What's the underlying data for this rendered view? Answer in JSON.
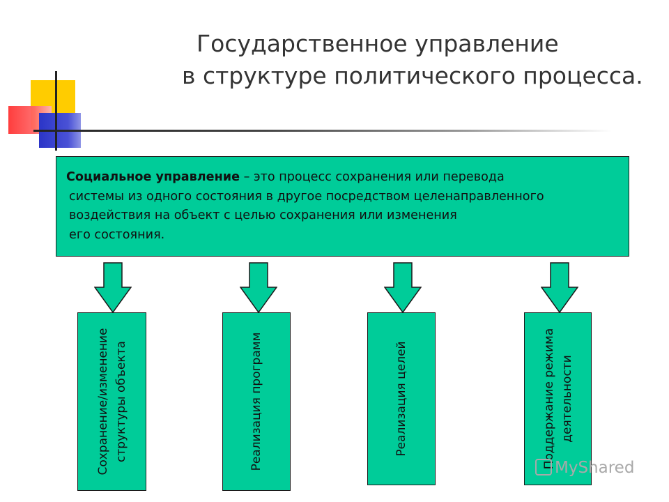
{
  "title": {
    "line1": "Государственное управление",
    "line2": "в структуре политического процесса."
  },
  "definition": {
    "term": "Социальное управление",
    "rest_line1": " – это процесс сохранения или перевода",
    "line2": "системы из одного состояния в другое посредством целенаправленного",
    "line3": "воздействия на объект с целью сохранения или изменения",
    "line4": "его состояния."
  },
  "results": [
    {
      "line1": "Сохранение/изменение",
      "line2": "структуры объекта"
    },
    {
      "line1": "Реализация программ"
    },
    {
      "line1": "Реализация целей"
    },
    {
      "line1": "Поддержание режима",
      "line2": "деятельности"
    }
  ],
  "watermark": "MyShared",
  "colors": {
    "box_fill": "#00cc99",
    "text": "#333333",
    "accent_yellow": "#ffcc00",
    "accent_red": "#ff3333",
    "accent_blue": "#2b35c8"
  }
}
